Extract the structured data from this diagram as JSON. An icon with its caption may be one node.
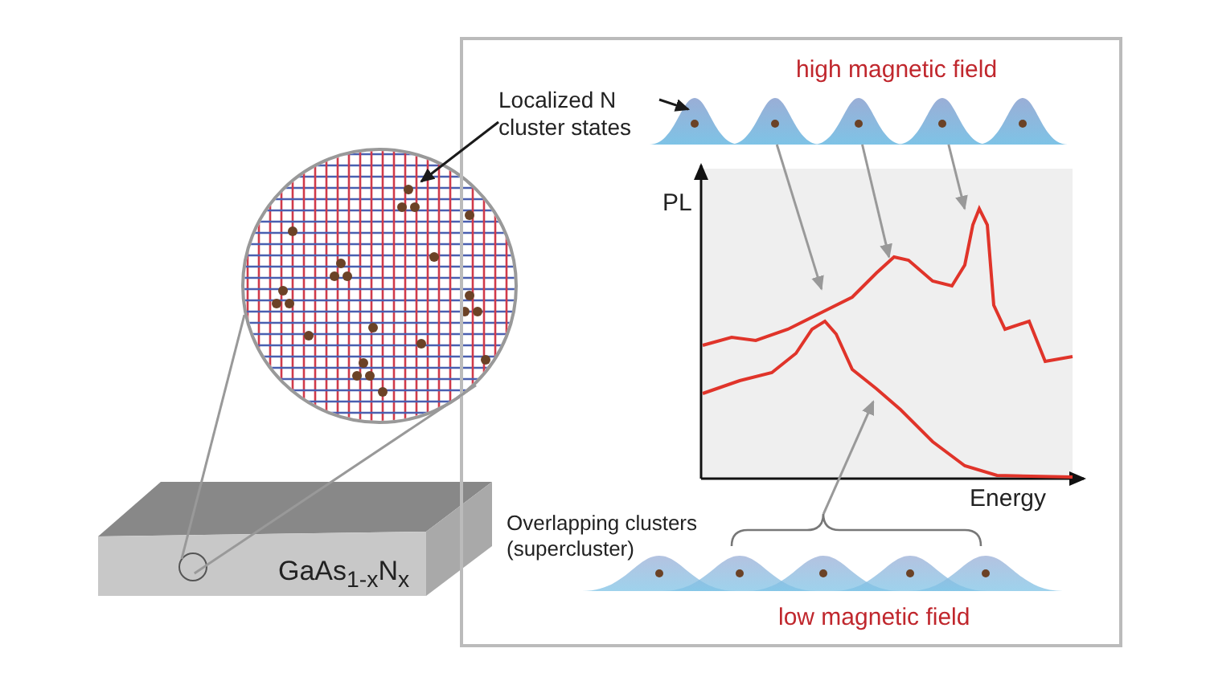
{
  "diagram": {
    "nodes": [
      {
        "text": [
          "Localized N cluster states"
        ]
      },
      {
        "text": [],
        "shape": "picture"
      },
      {
        "text": [],
        "shape": "peak"
      },
      {
        "text": [],
        "shape": "peak"
      },
      {
        "text": [],
        "shape": "peak"
      },
      {
        "text": [],
        "shape": "peak"
      },
      {
        "text": [],
        "shape": "peak"
      },
      {
        "text": [],
        "shape": "picture"
      },
      {
        "text": [
          "Overlapping clusters (supercluster)"
        ]
      },
      {
        "text": [],
        "shape": "picture"
      },
      {
        "text": [
          "GaAs$_{1-x}$N$_{x}$"
        ]
      },
      {
        "text": [],
        "shape": "circle",
        "in": 10
      }
    ],
    "edges": [
      {
        "from": 0,
        "to": 1,
        "arrow": "to",
        "color": "#1a1a1a"
      },
      {
        "from": 0,
        "to": 2,
        "arrow": "to",
        "color": "#1a1a1a"
      },
      {
        "from": 3,
        "to": 7,
        "arrow": "to"
      },
      {
        "from": 4,
        "to": 7,
        "arrow": "to"
      },
      {
        "from": 5,
        "to": 7,
        "arrow": "to"
      },
      {
        "from": 8,
        "to": 7,
        "arrow": "to"
      },
      {
        "from": 11,
        "to": 1,
        "arrow": "none"
      },
      {
        "from": 11,
        "to": 1,
        "arrow": "none"
      }
    ],
    "labels": [
      "high magnetic field",
      "PL",
      "Energy",
      "low magnetic field"
    ]
  }
}
